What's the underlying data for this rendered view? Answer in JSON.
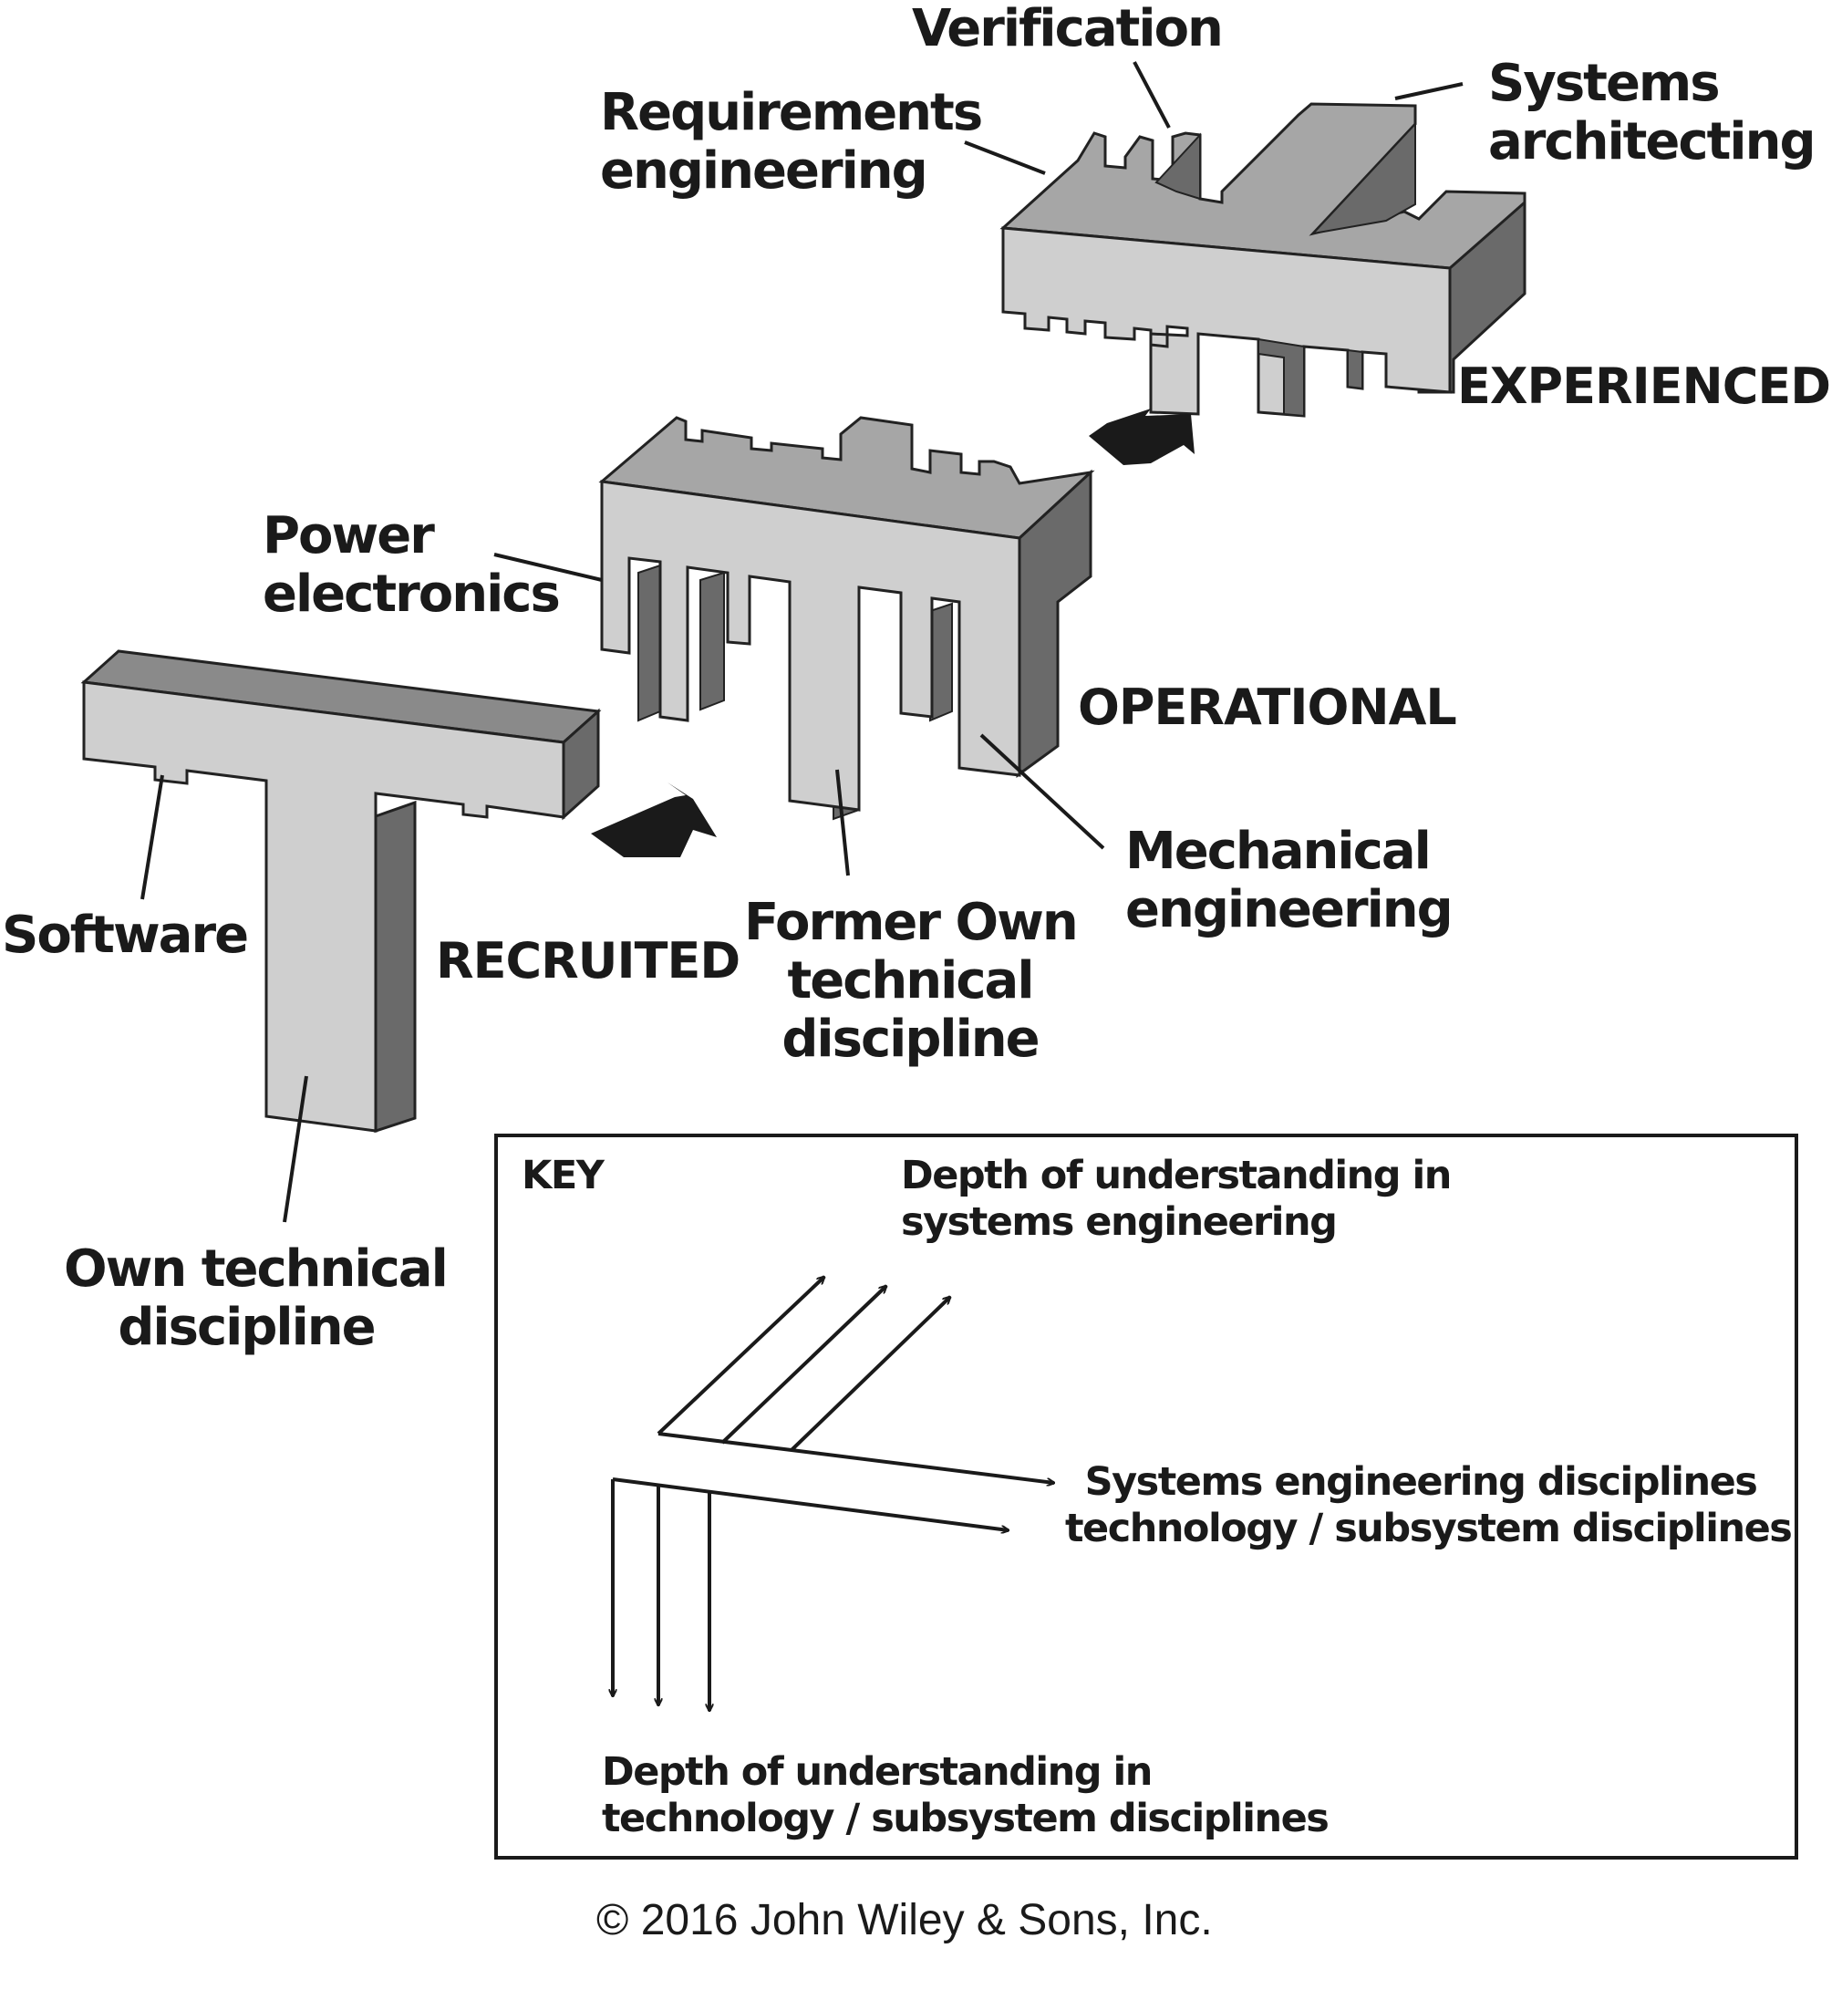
{
  "labels": {
    "verification": "Verification",
    "requirements_engineering": "Requirements\nengineering",
    "systems_architecting": "Systems\narchitecting",
    "power_electronics": "Power\nelectronics",
    "software": "Software",
    "own_technical_discipline": "Own technical\ndiscipline",
    "former_own_technical_discipline": "Former Own\ntechnical\ndiscipline",
    "mechanical_engineering": "Mechanical\nengineering"
  },
  "stages": {
    "recruited": "RECRUITED",
    "operational": "OPERATIONAL",
    "experienced": "EXPERIENCED"
  },
  "key": {
    "title": "KEY",
    "systems_depth": "Depth of understanding in\nsystems engineering",
    "breadth": "Systems engineering disciplines\ntechnology / subsystem disciplines",
    "technology_depth": "Depth of understanding in\ntechnology / subsystem disciplines"
  },
  "copyright": "© 2016 John Wiley & Sons, Inc.",
  "colors": {
    "face": "#cfcfcf",
    "side": "#6a6a6a",
    "top": "#a6a6a6",
    "ink": "#1a1a1a"
  }
}
